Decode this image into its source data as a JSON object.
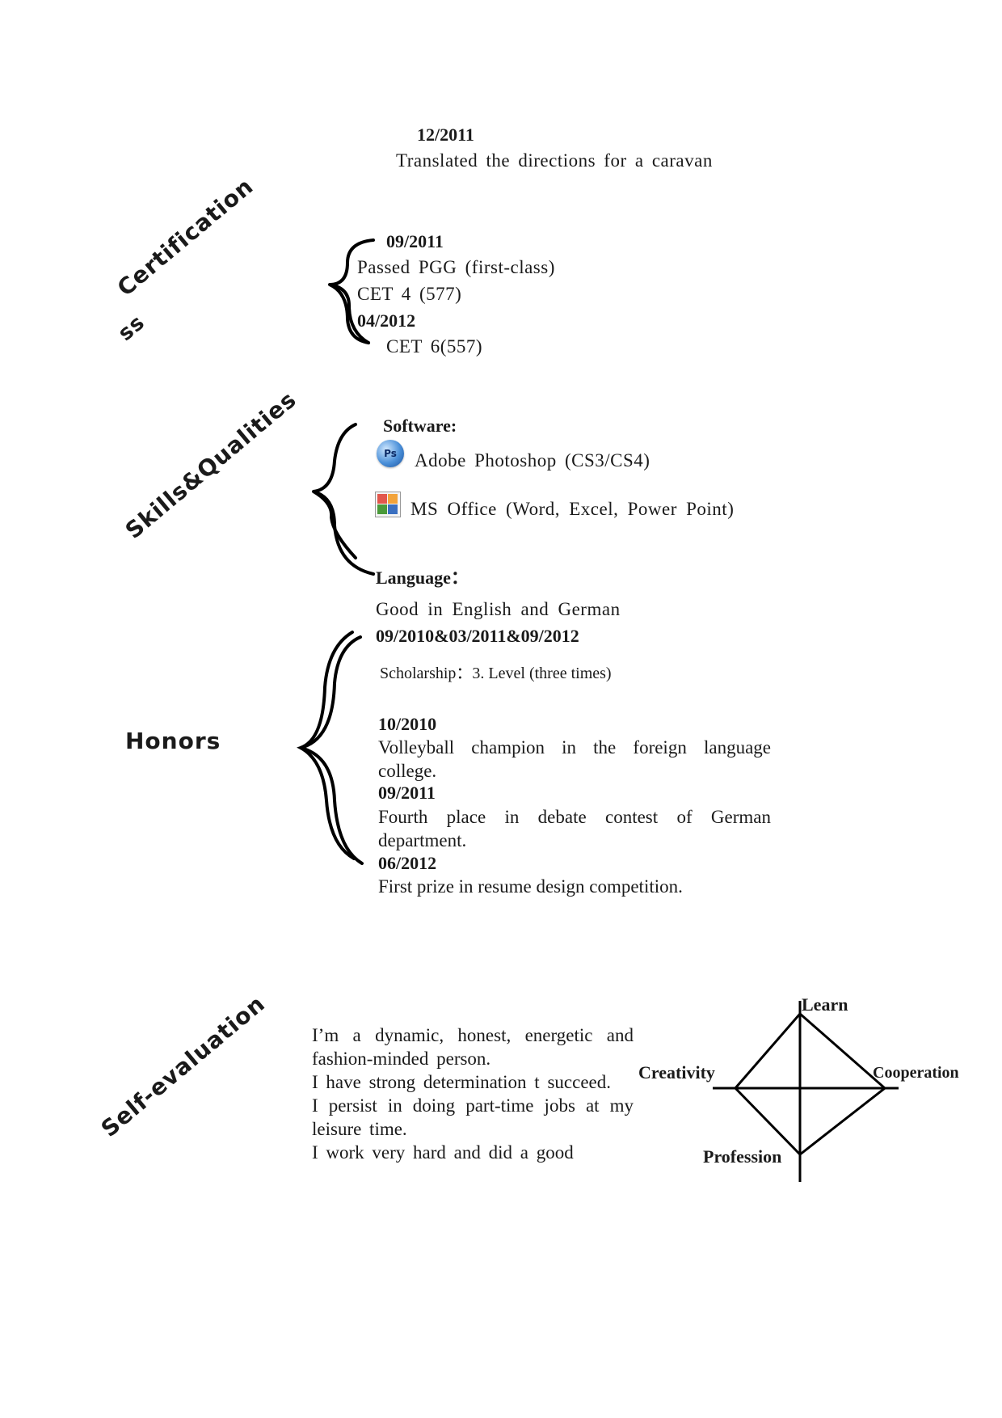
{
  "translation": {
    "date": "12/2011",
    "text": "Translated  the  directions  for  a  caravan"
  },
  "certifications": {
    "heading": "Certification",
    "heading_tail": "ss",
    "date1": "09/2011",
    "item1": "Passed  PGG  (first-class)",
    "item2": "CET  4  (577)",
    "date2": "04/2012",
    "item3": "CET  6(557)"
  },
  "skills": {
    "heading": "Skills&Qualities",
    "software_label": "Software:",
    "software_items": [
      {
        "icon": "photoshop-icon",
        "text": "Adobe  Photoshop (CS3/CS4)"
      },
      {
        "icon": "ms-office-icon",
        "text": "MS  Office  (Word,  Excel,  Power  Point)"
      }
    ],
    "language_label": "Language：",
    "language_text": "Good  in  English  and  German"
  },
  "honors": {
    "heading": "Honors",
    "entries": [
      {
        "date": "09/2010&03/2011&09/2012",
        "text": "Scholarship：3. Level (three  times)"
      },
      {
        "date": "10/2010",
        "text": "Volleyball  champion  in  the  foreign  language  college."
      },
      {
        "date": "09/2011",
        "text": "Fourth  place  in  debate  contest  of  German  department."
      },
      {
        "date": "06/2012",
        "text": "First prize in resume design competition."
      }
    ]
  },
  "self_evaluation": {
    "heading": "Self-evaluation",
    "lines": [
      "I’m  a  dynamic,  honest,  energetic  and  fashion-minded  person.",
      "I  have  strong  determination  t  succeed.",
      "I  persist  in  doing  part-time  jobs  at  my  leisure  time.",
      "I  work  very  hard  and  did  a  good"
    ]
  },
  "diagram": {
    "top": "Learn",
    "left": "Creativity",
    "right": "Cooperation",
    "bottom": "Profession"
  }
}
